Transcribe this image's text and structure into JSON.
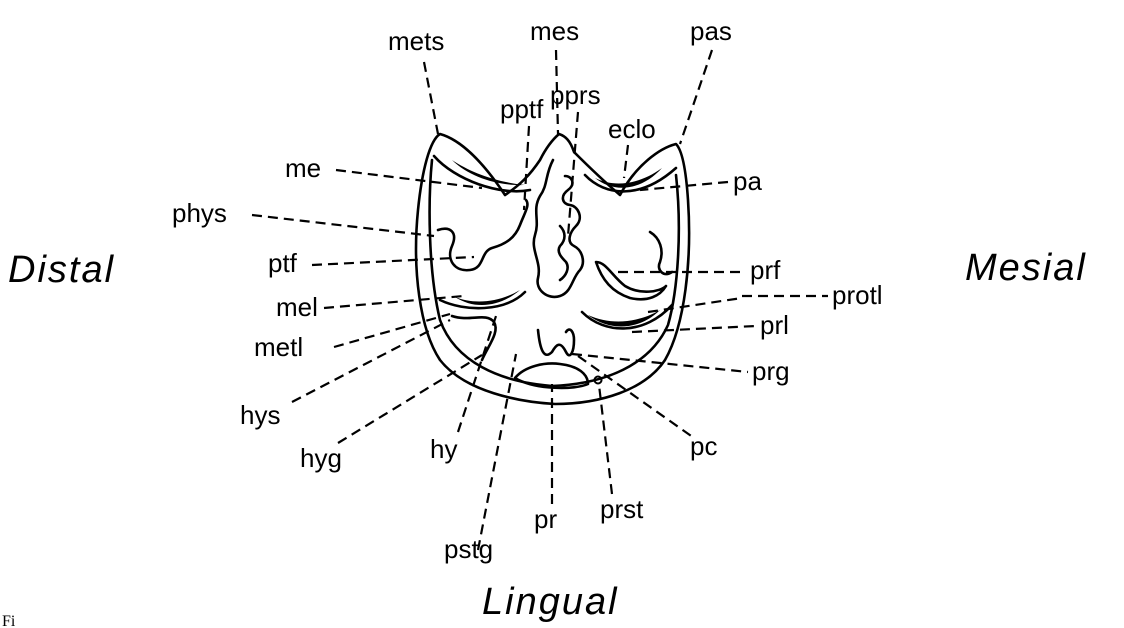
{
  "directions": {
    "distal": "Distal",
    "mesial": "Mesial",
    "lingual": "Lingual"
  },
  "corner_text": "Fi",
  "labels": {
    "mets": "mets",
    "mes": "mes",
    "pas": "pas",
    "pptf": "pptf",
    "pprs": "pprs",
    "eclo": "eclo",
    "me": "me",
    "pa": "pa",
    "phys": "phys",
    "ptf": "ptf",
    "prf": "prf",
    "protl": "protl",
    "mel": "mel",
    "prl": "prl",
    "metl": "metl",
    "prg": "prg",
    "hys": "hys",
    "hyg": "hyg",
    "hy": "hy",
    "pc": "pc",
    "pr": "pr",
    "prst": "prst",
    "pstg": "pstg"
  }
}
